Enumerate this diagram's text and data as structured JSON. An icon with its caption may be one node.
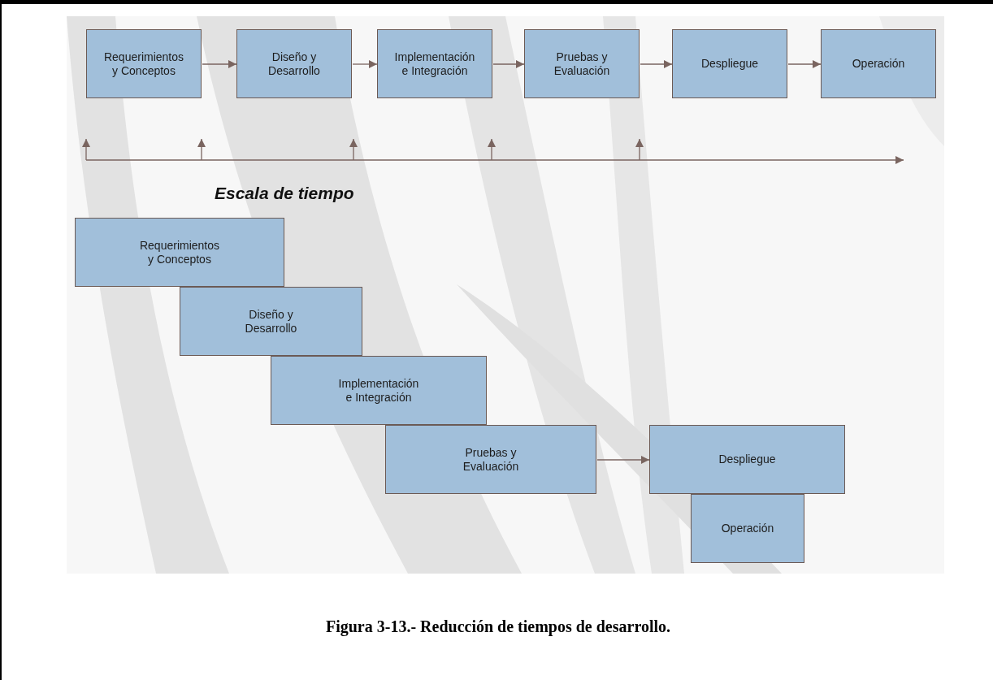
{
  "diagram": {
    "caption": "Figura 3-13.- Reducción de tiempos de desarrollo.",
    "nodes": [
      {
        "text": [
          "Requerimientos y Conceptos"
        ]
      },
      {
        "text": [
          "Diseño y Desarrollo"
        ]
      },
      {
        "text": [
          "Implementación e Integración"
        ]
      },
      {
        "text": [
          "Pruebas y Evaluación"
        ]
      },
      {
        "text": [
          "Despliegue"
        ]
      },
      {
        "text": [
          "Operación"
        ]
      },
      {
        "text": [
          "Requerimientos y Conceptos"
        ]
      },
      {
        "text": [
          "Diseño y Desarrollo"
        ]
      },
      {
        "text": [
          "Implementación e Integración"
        ]
      },
      {
        "text": [
          "Pruebas y Evaluación"
        ]
      },
      {
        "text": [
          "Despliegue"
        ]
      },
      {
        "text": [
          "Operación"
        ]
      }
    ],
    "edges": [
      {
        "from": 0,
        "to": 1,
        "arrow": "to"
      },
      {
        "from": 1,
        "to": 2,
        "arrow": "to"
      },
      {
        "from": 2,
        "to": 3,
        "arrow": "to"
      },
      {
        "from": 3,
        "to": 4,
        "arrow": "to"
      },
      {
        "from": 4,
        "to": 5,
        "arrow": "to"
      },
      {
        "from": 9,
        "to": 10,
        "arrow": "to"
      }
    ],
    "labels": [
      "Escala de tiempo"
    ]
  }
}
